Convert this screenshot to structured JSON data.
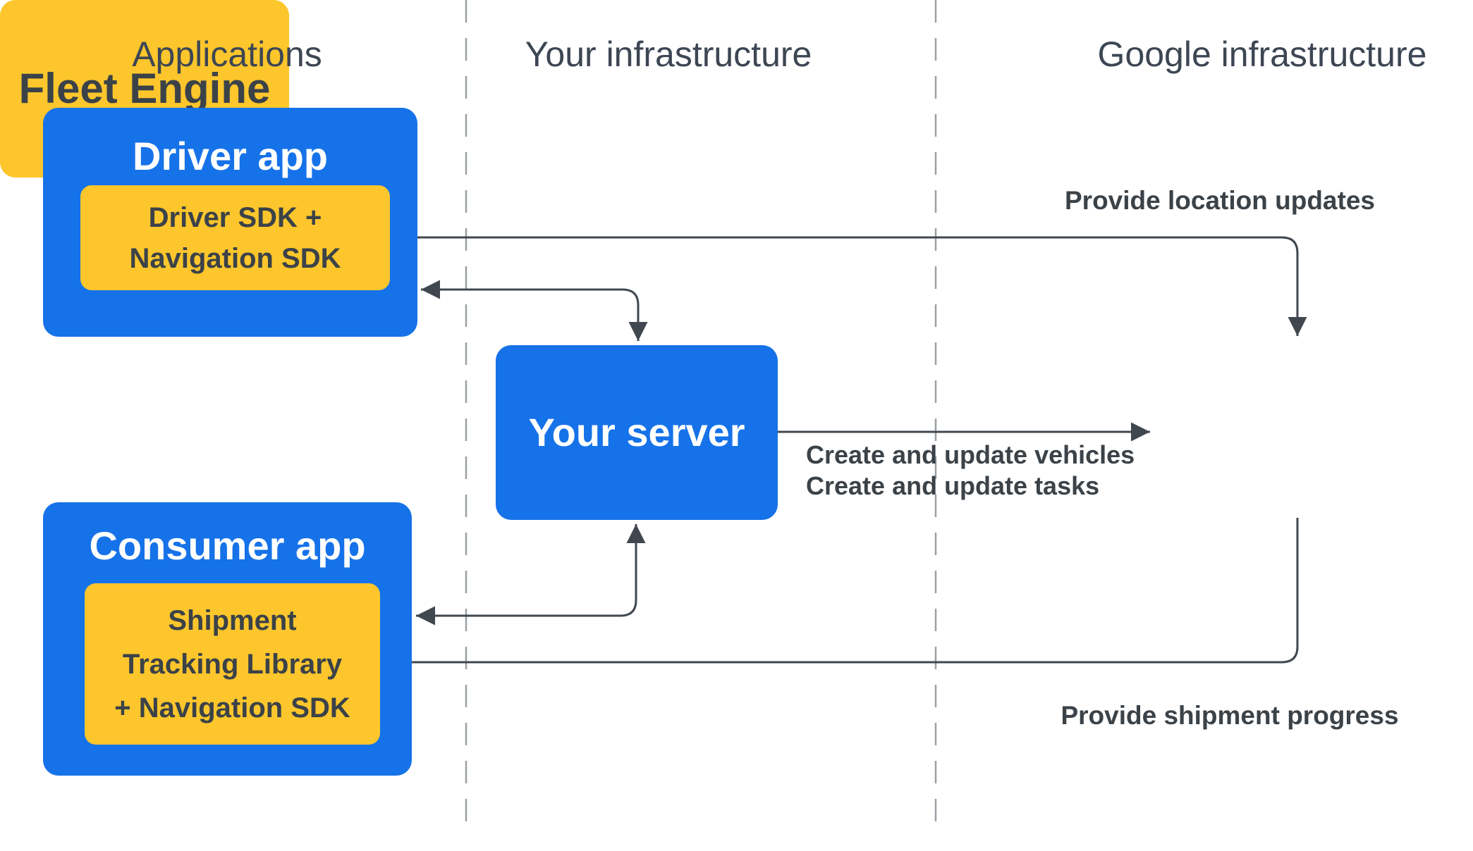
{
  "colors": {
    "blue": "#1672e8",
    "yellow": "#fcc62c",
    "arrow": "#40474f",
    "text_dark": "#3b4248",
    "text_light": "#ffffff",
    "header": "#3d4653",
    "dashed": "#9aa0a6",
    "bg": "#ffffff"
  },
  "columns": [
    {
      "label": "Applications"
    },
    {
      "label": "Your infrastructure"
    },
    {
      "label": "Google infrastructure"
    }
  ],
  "nodes": {
    "driver_app": {
      "title": "Driver app",
      "sdk": {
        "line1": "Driver SDK +",
        "line2": "Navigation SDK"
      }
    },
    "your_server": {
      "title": "Your server"
    },
    "fleet_engine": {
      "title": "Fleet Engine"
    },
    "consumer_app": {
      "title": "Consumer app",
      "library": {
        "line1": "Shipment",
        "line2": "Tracking Library",
        "line3": "+ Navigation SDK"
      }
    }
  },
  "edge_labels": {
    "provide_location_updates": "Provide location updates",
    "create_update_vehicles": "Create and update vehicles",
    "create_update_tasks": "Create and update tasks",
    "provide_shipment_progress": "Provide shipment progress"
  }
}
